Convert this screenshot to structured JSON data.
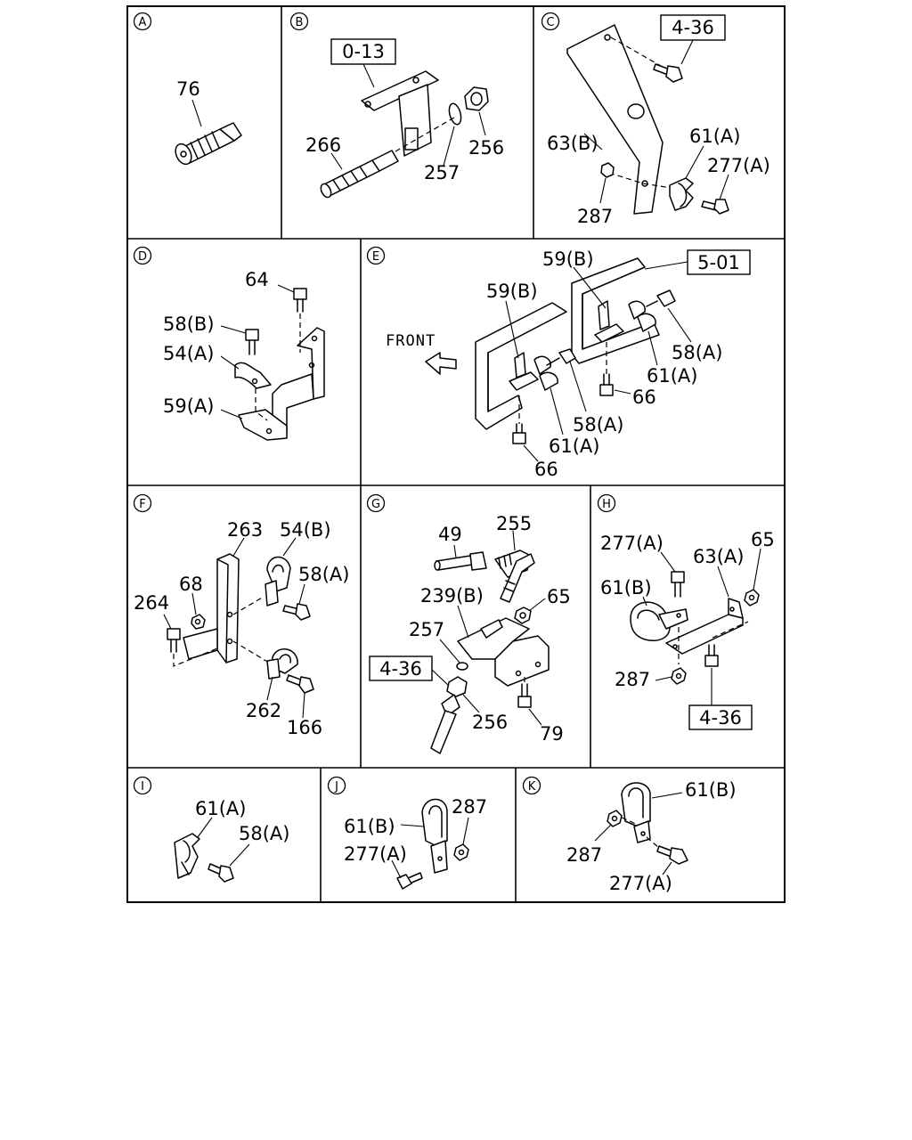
{
  "sections": {
    "A": {
      "letter": "A",
      "labels": {
        "p76": "76"
      }
    },
    "B": {
      "letter": "B",
      "ref": "0-13",
      "labels": {
        "p266": "266",
        "p257": "257",
        "p256": "256"
      }
    },
    "C": {
      "letter": "C",
      "ref": "4-36",
      "labels": {
        "p63b": "63(B)",
        "p61a": "61(A)",
        "p277a": "277(A)",
        "p287": "287"
      }
    },
    "D": {
      "letter": "D",
      "labels": {
        "p64": "64",
        "p58b": "58(B)",
        "p54a": "54(A)",
        "p59a": "59(A)"
      }
    },
    "E": {
      "letter": "E",
      "ref": "5-01",
      "front": "FRONT",
      "labels": {
        "p59b_1": "59(B)",
        "p59b_2": "59(B)",
        "p58a_1": "58(A)",
        "p61a_1": "61(A)",
        "p66_1": "66",
        "p58a_2": "58(A)",
        "p61a_2": "61(A)",
        "p66_2": "66"
      }
    },
    "F": {
      "letter": "F",
      "labels": {
        "p263": "263",
        "p54b": "54(B)",
        "p68": "68",
        "p58a": "58(A)",
        "p264": "264",
        "p262": "262",
        "p166": "166"
      }
    },
    "G": {
      "letter": "G",
      "ref": "4-36",
      "labels": {
        "p49": "49",
        "p255": "255",
        "p239b": "239(B)",
        "p65": "65",
        "p257": "257",
        "p256": "256",
        "p79": "79"
      }
    },
    "H": {
      "letter": "H",
      "ref": "4-36",
      "labels": {
        "p277a": "277(A)",
        "p63a": "63(A)",
        "p65": "65",
        "p61b": "61(B)",
        "p287": "287"
      }
    },
    "I": {
      "letter": "I",
      "labels": {
        "p61a": "61(A)",
        "p58a": "58(A)"
      }
    },
    "J": {
      "letter": "J",
      "labels": {
        "p61b": "61(B)",
        "p287": "287",
        "p277a": "277(A)"
      }
    },
    "K": {
      "letter": "K",
      "labels": {
        "p61b": "61(B)",
        "p287": "287",
        "p277a": "277(A)"
      }
    }
  }
}
